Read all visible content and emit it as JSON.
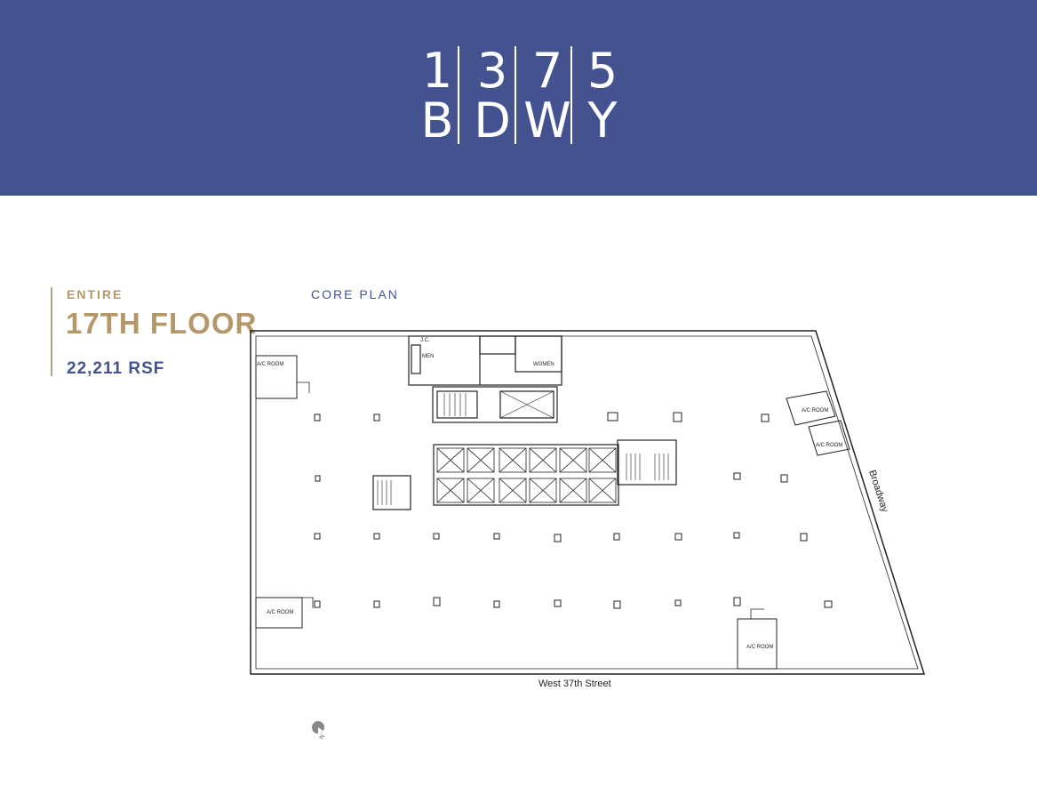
{
  "logo": {
    "top": [
      "1",
      "3",
      "7",
      "5"
    ],
    "bottom": [
      "B",
      "D",
      "W",
      "Y"
    ]
  },
  "floor_info": {
    "entire_label": "ENTIRE",
    "floor_label": "17TH FLOOR",
    "rsf_label": "22,211 RSF",
    "plan_label": "CORE PLAN"
  },
  "plan": {
    "rooms": {
      "ac_room_nw": "A/C ROOM",
      "ac_room_ne_1": "A/C ROOM",
      "ac_room_ne_2": "A/C ROOM",
      "ac_room_sw": "A/C ROOM",
      "ac_room_s": "A/C ROOM",
      "men": "MEN",
      "women": "WOMEN",
      "jc": "J.C."
    },
    "streets": {
      "south": "West 37th Street",
      "east": "Broadway"
    },
    "compass_label": "N"
  },
  "colors": {
    "banner": "#44538f",
    "gold": "#b5986a",
    "navy_text": "#44538f"
  }
}
